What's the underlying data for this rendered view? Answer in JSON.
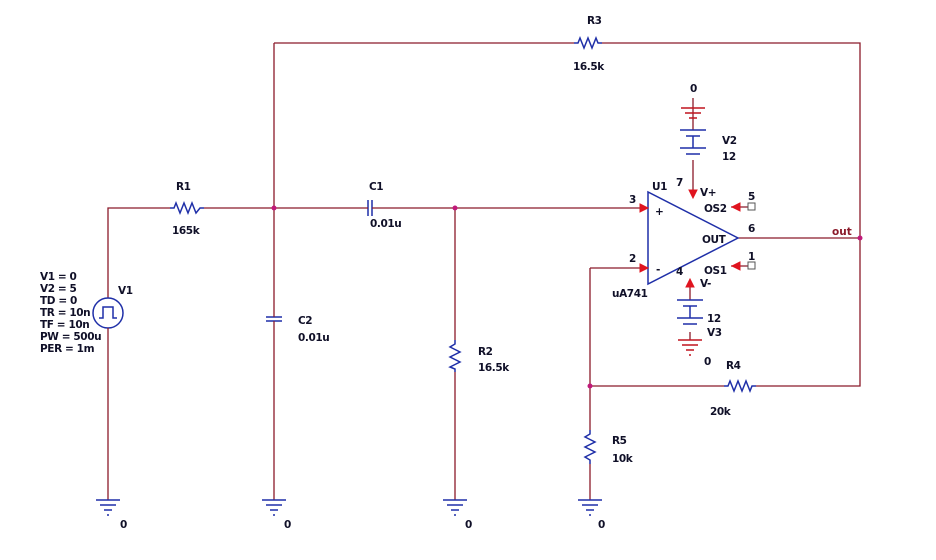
{
  "parts": {
    "r1": {
      "ref": "R1",
      "value": "165k"
    },
    "r2": {
      "ref": "R2",
      "value": "16.5k"
    },
    "r3": {
      "ref": "R3",
      "value": "16.5k"
    },
    "r4": {
      "ref": "R4",
      "value": "20k"
    },
    "r5": {
      "ref": "R5",
      "value": "10k"
    },
    "c1": {
      "ref": "C1",
      "value": "0.01u"
    },
    "c2": {
      "ref": "C2",
      "value": "0.01u"
    },
    "v2": {
      "ref": "V2",
      "value": "12"
    },
    "v3": {
      "ref": "V3",
      "value": "12"
    },
    "u1": {
      "ref": "U1",
      "model": "uA741"
    },
    "v1": {
      "ref": "V1",
      "params": [
        "V1 = 0",
        "V2 = 5",
        "TD = 0",
        "TR = 10n",
        "TF = 10n",
        "PW = 500u",
        "PER = 1m"
      ]
    }
  },
  "pins": {
    "p3": "3",
    "p2": "2",
    "p7": "7",
    "p4": "4",
    "p5": "5",
    "p6": "6",
    "p1": "1",
    "plus": "+",
    "minus": "-",
    "vplus": "V+",
    "vminus": "V-",
    "os2": "OS2",
    "os1": "OS1",
    "out_pin": "OUT"
  },
  "net": {
    "out": "out"
  },
  "ground": {
    "label": "0"
  }
}
